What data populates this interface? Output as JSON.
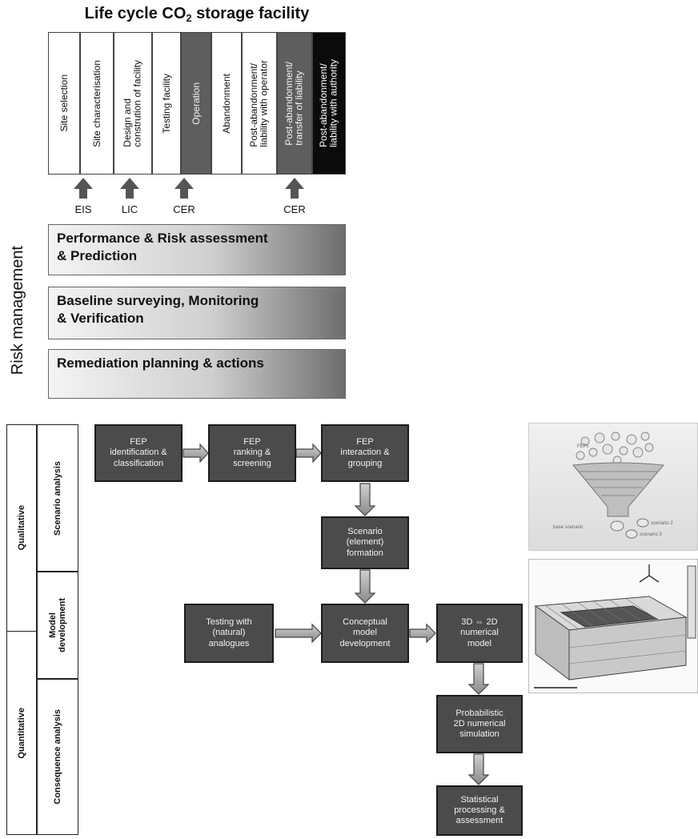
{
  "title": {
    "prefix": "Life cycle CO",
    "subscript": "2",
    "suffix": " storage facility"
  },
  "phases": [
    {
      "label": "Site selection"
    },
    {
      "label": "Site characterisation"
    },
    {
      "label": "Design and\nconstrution of facility"
    },
    {
      "label": "Testing facility"
    },
    {
      "label": "Operation"
    },
    {
      "label": "Abandonment"
    },
    {
      "label": "Post-abandonment/\nliability with operator"
    },
    {
      "label": "Post-abandonment/\ntransfer of liability"
    },
    {
      "label": "Post-abandonment/\nliability with authority"
    }
  ],
  "milestones": [
    {
      "label": "EIS"
    },
    {
      "label": "LIC"
    },
    {
      "label": "CER"
    },
    {
      "label": "CER"
    }
  ],
  "risk_management": {
    "label": "Risk management",
    "boxes": [
      {
        "text": "Performance & Risk assessment\n& Prediction"
      },
      {
        "text": "Baseline surveying, Monitoring\n& Verification"
      },
      {
        "text": "Remediation planning & actions"
      }
    ]
  },
  "framework": {
    "qualitative": "Qualitative",
    "quantitative": "Quantitative",
    "scenario_analysis": "Scenario analysis",
    "model_development": "Model\ndevelopment",
    "consequence_analysis": "Consequence analysis"
  },
  "flow": {
    "fep_identification": "FEP\nidentification &\nclassification",
    "fep_ranking": "FEP\nranking &\nscreening",
    "fep_interaction": "FEP\ninteraction &\ngrouping",
    "scenario_formation": "Scenario\n(element)\nformation",
    "testing_analogues": "Testing with\n(natural)\nanalogues",
    "conceptual_model": "Conceptual\nmodel\ndevelopment",
    "numerical_model": "3D ⇔ 2D\nnumerical\nmodel",
    "probabilistic_simulation": "Probabilistic\n2D numerical\nsimulation",
    "statistical_processing": "Statistical\nprocessing &\nassessment"
  },
  "funnel_image": {
    "top_label": "FEPs",
    "scenarios": [
      "base scenario",
      "scenario 2",
      "scenario 3"
    ]
  }
}
